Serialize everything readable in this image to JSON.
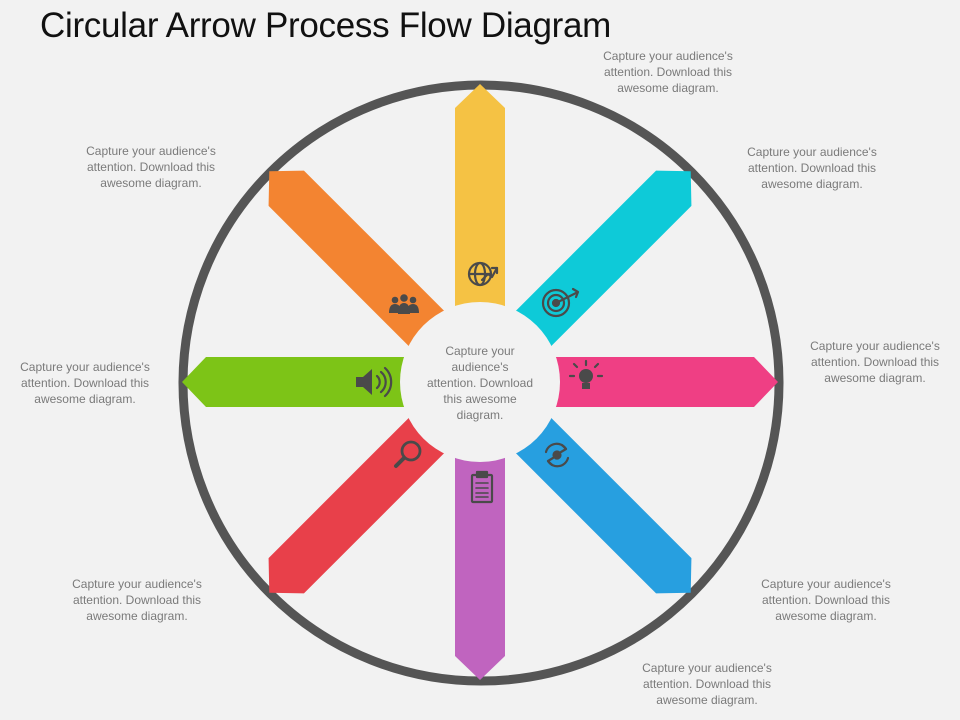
{
  "title": "Circular Arrow Process Flow Diagram",
  "center_text": [
    "Capture your",
    "audience's",
    "attention. Download",
    "this awesome",
    "diagram."
  ],
  "arrows": [
    {
      "id": "top",
      "color": "#f5c244",
      "icon": "globe-growth-icon",
      "caption": [
        "Capture your audience's",
        "attention. Download this",
        "awesome diagram."
      ]
    },
    {
      "id": "top-right",
      "color": "#0ecad8",
      "icon": "target-icon",
      "caption": [
        "Capture your audience's",
        "attention. Download this",
        "awesome diagram."
      ]
    },
    {
      "id": "right",
      "color": "#ef3f84",
      "icon": "lightbulb-icon",
      "caption": [
        "Capture your audience's",
        "attention. Download this",
        "awesome diagram."
      ]
    },
    {
      "id": "bottom-right",
      "color": "#279fe0",
      "icon": "refresh-gear-icon",
      "caption": [
        "Capture your audience's",
        "attention. Download this",
        "awesome diagram."
      ]
    },
    {
      "id": "bottom",
      "color": "#c064bf",
      "icon": "clipboard-icon",
      "caption": [
        "Capture your audience's",
        "attention. Download this",
        "awesome diagram."
      ]
    },
    {
      "id": "bottom-left",
      "color": "#e8404a",
      "icon": "magnifier-icon",
      "caption": [
        "Capture your audience's",
        "attention. Download this",
        "awesome diagram."
      ]
    },
    {
      "id": "left",
      "color": "#7dc417",
      "icon": "speaker-icon",
      "caption": [
        "Capture your audience's",
        "attention. Download this",
        "awesome diagram."
      ]
    },
    {
      "id": "top-left",
      "color": "#f38431",
      "icon": "team-icon",
      "caption": [
        "Capture your audience's",
        "attention. Download this",
        "awesome diagram."
      ]
    }
  ],
  "colors": {
    "ring": "#555555",
    "hub": "#f2f2f2",
    "icon": "#4a4a4a"
  }
}
